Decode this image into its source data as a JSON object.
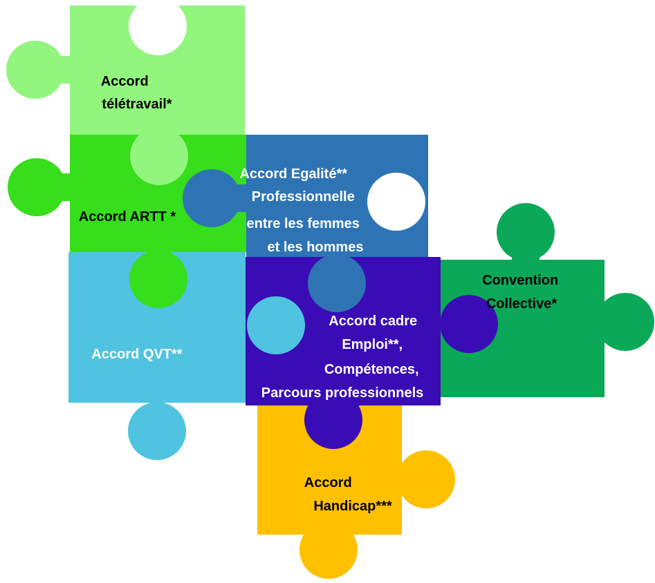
{
  "pieces": [
    {
      "id": "teletravail",
      "color": "#92F57E",
      "lines": [
        "Accord",
        "télétravail*"
      ]
    },
    {
      "id": "artt",
      "color": "#36DE1C",
      "lines": [
        "Accord ARTT *"
      ]
    },
    {
      "id": "egalite",
      "color": "#2E74B5",
      "lines": [
        "Accord Egalité**",
        "Professionnelle",
        "entre les femmes",
        "et les hommes"
      ]
    },
    {
      "id": "qvt",
      "color": "#4FC3E0",
      "lines": [
        "Accord QVT**"
      ]
    },
    {
      "id": "cadre",
      "color": "#3A0CB5",
      "lines": [
        "Accord cadre",
        "Emploi**,",
        "Compétences,",
        "Parcours professionnels"
      ]
    },
    {
      "id": "convention",
      "color": "#0BA858",
      "lines": [
        "Convention",
        "Collective*"
      ]
    },
    {
      "id": "handicap",
      "color": "#FFC000",
      "lines": [
        "Accord",
        "Handicap***"
      ]
    }
  ]
}
